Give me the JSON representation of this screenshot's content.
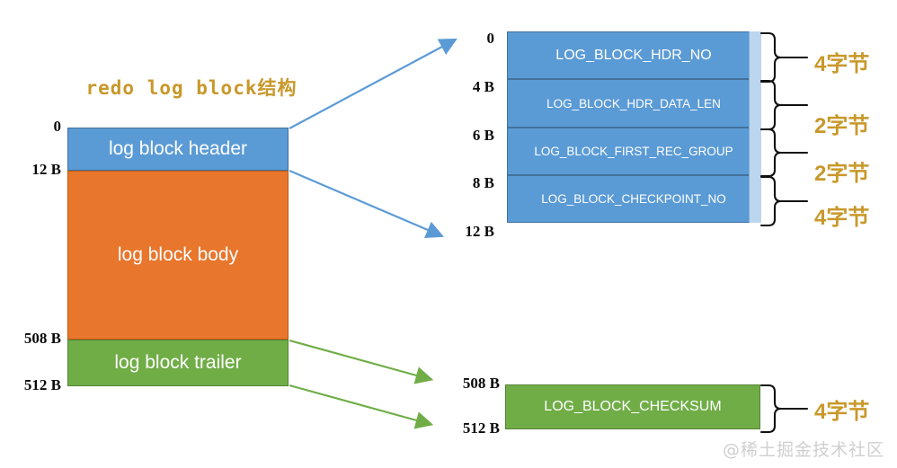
{
  "diagram": {
    "title": "redo log block结构",
    "title_color": "#C8982A",
    "left_block": {
      "sections": [
        {
          "label": "log block header",
          "color": "#5B9BD5"
        },
        {
          "label": "log block body",
          "color": "#E8762C"
        },
        {
          "label": "log block trailer",
          "color": "#70AD47"
        }
      ],
      "offsets": [
        "0",
        "12 B",
        "508 B",
        "512 B"
      ]
    },
    "header_detail": {
      "fields": [
        {
          "name": "LOG_BLOCK_HDR_NO",
          "size": "4字节"
        },
        {
          "name": "LOG_BLOCK_HDR_DATA_LEN",
          "size": "2字节"
        },
        {
          "name": "LOG_BLOCK_FIRST_REC_GROUP",
          "size": "2字节"
        },
        {
          "name": "LOG_BLOCK_CHECKPOINT_NO",
          "size": "4字节"
        }
      ],
      "offsets": [
        "0",
        "4 B",
        "6 B",
        "8 B",
        "12 B"
      ],
      "color": "#5B9BD5"
    },
    "trailer_detail": {
      "fields": [
        {
          "name": "LOG_BLOCK_CHECKSUM",
          "size": "4字节"
        }
      ],
      "offsets": [
        "508 B",
        "512 B"
      ],
      "color": "#70AD47"
    },
    "connectors": {
      "header_arrow_color": "#5B9BD5",
      "trailer_arrow_color": "#70AD47",
      "brace_color": "#111111"
    },
    "watermark": "@稀土掘金技术社区"
  }
}
